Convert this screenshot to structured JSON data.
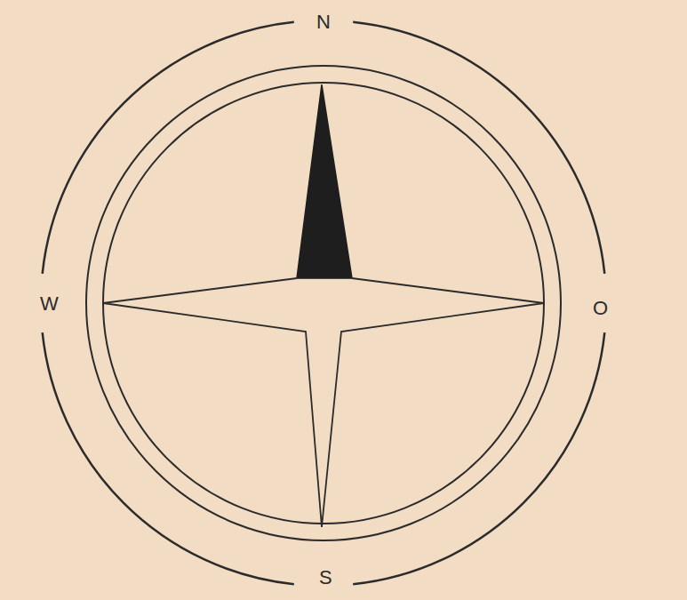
{
  "diagram": {
    "labels": [
      "N",
      "W",
      "O",
      "S"
    ]
  }
}
